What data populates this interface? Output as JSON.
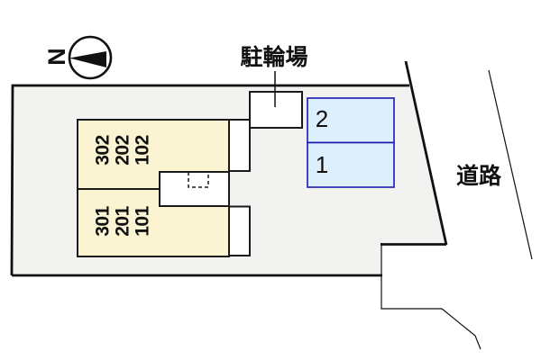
{
  "plan": {
    "compass": {
      "north_label": "N"
    },
    "bicycle_parking": {
      "label": "駐輪場"
    },
    "road": {
      "label": "道路"
    },
    "building": {
      "upper_units": [
        "302",
        "202",
        "102"
      ],
      "lower_units": [
        "301",
        "201",
        "101"
      ]
    },
    "parking_spaces": [
      {
        "number": "2"
      },
      {
        "number": "1"
      }
    ],
    "colors": {
      "site_fill": "#f2f2f1",
      "building_fill": "#faf4d2",
      "parking_fill": "#ddeefc",
      "parking_border": "#1a1ab0",
      "outline": "#111111"
    }
  }
}
